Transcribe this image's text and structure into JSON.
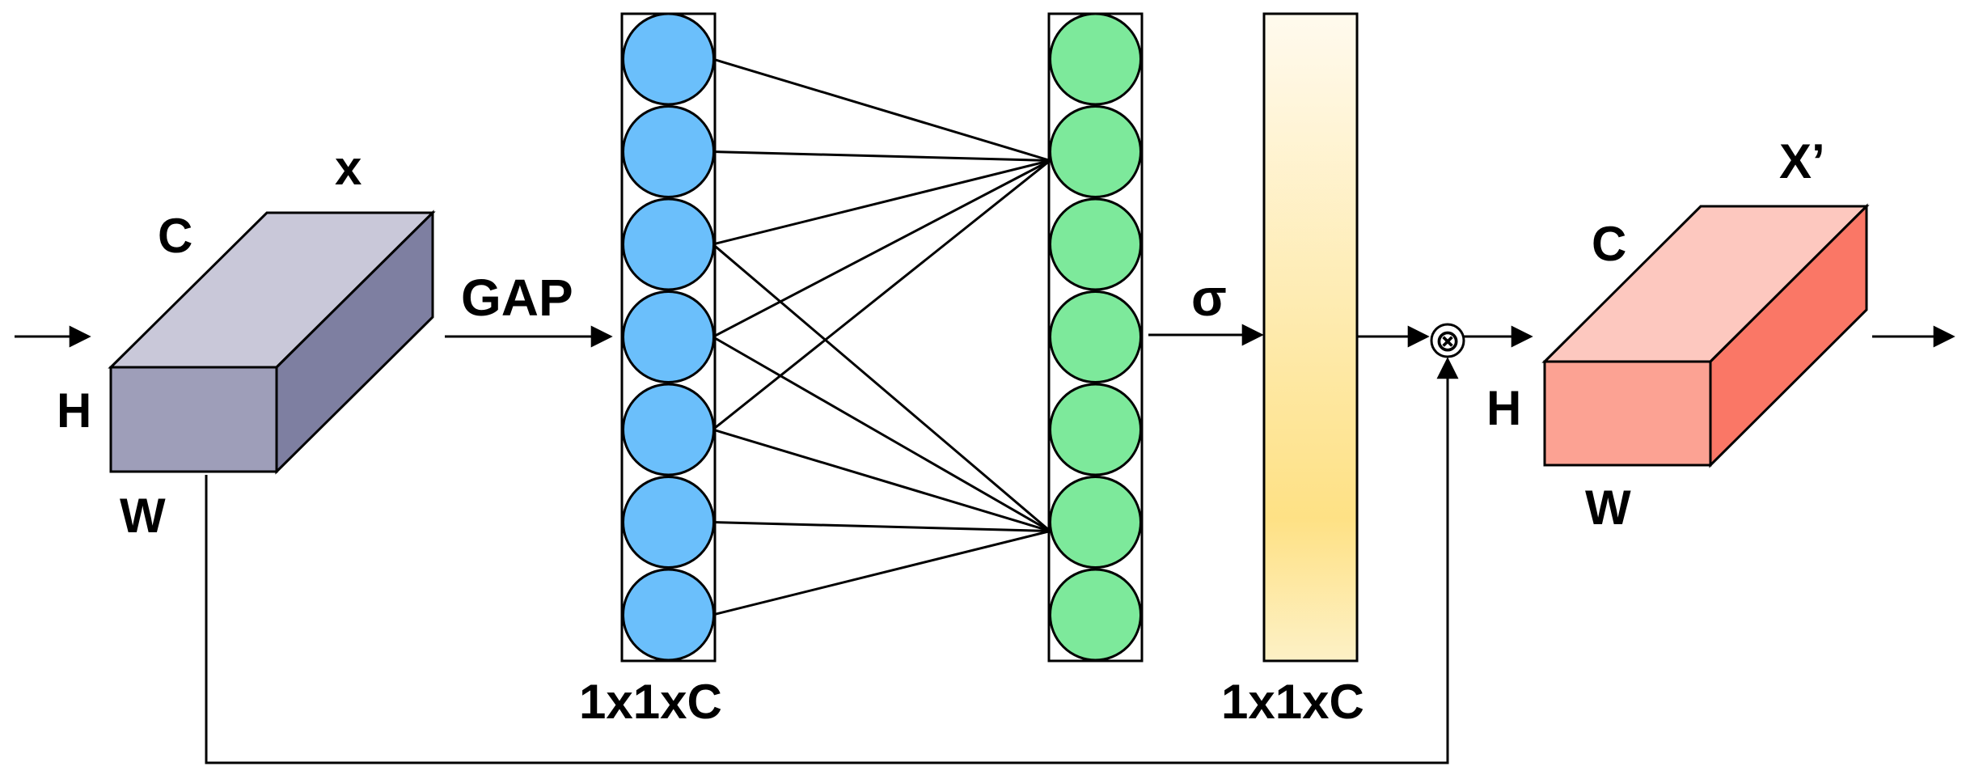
{
  "input_tensor": {
    "name": "x",
    "channel_label": "C",
    "height_label": "H",
    "width_label": "W",
    "colors": {
      "top": "#C9C8D9",
      "front": "#9E9EB9",
      "side": "#7E7FA1"
    }
  },
  "gap_label": "GAP",
  "fc_layer_1": {
    "neurons": 7,
    "dim_label": "1x1xC",
    "color": "#6BBFFB"
  },
  "fc_layer_2": {
    "neurons": 7,
    "color": "#7DE99B"
  },
  "sigmoid_label": "σ",
  "weight_vector": {
    "dim_label": "1x1xC",
    "gradient": [
      "#FFFAEE",
      "#FEE185",
      "#FDF1C6"
    ]
  },
  "multiply_symbol": "⊗",
  "output_tensor": {
    "name": "X’",
    "channel_label": "C",
    "height_label": "H",
    "width_label": "W",
    "colors": {
      "top": "#FDC8BF",
      "front": "#FCA293",
      "side": "#FA7766"
    }
  },
  "connections": [
    [
      0,
      1
    ],
    [
      1,
      1
    ],
    [
      2,
      1
    ],
    [
      2,
      5
    ],
    [
      3,
      1
    ],
    [
      3,
      5
    ],
    [
      4,
      1
    ],
    [
      4,
      5
    ],
    [
      5,
      5
    ],
    [
      6,
      5
    ]
  ]
}
